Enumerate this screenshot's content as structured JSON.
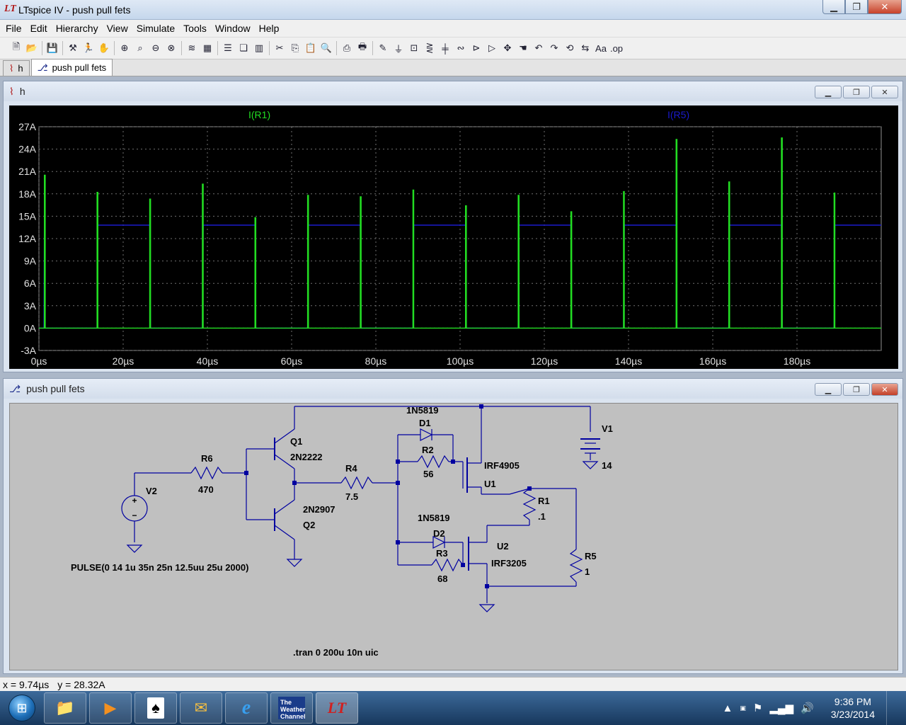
{
  "window": {
    "title": "LTspice IV - push pull fets",
    "logo": "LT"
  },
  "menu": [
    "File",
    "Edit",
    "Hierarchy",
    "View",
    "Simulate",
    "Tools",
    "Window",
    "Help"
  ],
  "tabs": [
    {
      "label": "h",
      "icon": "waveform-icon"
    },
    {
      "label": "push pull fets",
      "icon": "schematic-icon"
    }
  ],
  "plot_window": {
    "title": "h",
    "trace_labels": [
      {
        "name": "I(R1)",
        "color": "#22dd22"
      },
      {
        "name": "I(R5)",
        "color": "#1a1acc"
      }
    ]
  },
  "schematic_window": {
    "title": "push pull fets",
    "labels": {
      "q1": "Q1",
      "q1_model": "2N2222",
      "q2": "Q2",
      "q2_model": "2N2907",
      "r6": "R6",
      "r6_val": "470",
      "r4": "R4",
      "r4_val": "7.5",
      "r2": "R2",
      "r2_val": "56",
      "r3": "R3",
      "r3_val": "68",
      "r1": "R1",
      "r1_val": ".1",
      "r5": "R5",
      "r5_val": "1",
      "d1": "D1",
      "d1_model": "1N5819",
      "d2": "D2",
      "d2_model": "1N5819",
      "u1": "U1",
      "u1_model": "IRF4905",
      "u2": "U2",
      "u2_model": "IRF3205",
      "v1": "V1",
      "v1_val": "14",
      "v2": "V2",
      "v2_spec": "PULSE(0 14 1u 35n 25n 12.5uu 25u 2000)",
      "tran": ".tran 0 200u 10n uic"
    }
  },
  "chart_data": {
    "type": "line",
    "title": "",
    "xlabel": "",
    "ylabel": "",
    "xlim": [
      0,
      200
    ],
    "ylim": [
      -3,
      27
    ],
    "xticks": [
      0,
      20,
      40,
      60,
      80,
      100,
      120,
      140,
      160,
      180
    ],
    "xtick_labels": [
      "0µs",
      "20µs",
      "40µs",
      "60µs",
      "80µs",
      "100µs",
      "120µs",
      "140µs",
      "160µs",
      "180µs"
    ],
    "yticks": [
      -3,
      0,
      3,
      6,
      9,
      12,
      15,
      18,
      21,
      24,
      27
    ],
    "ytick_labels": [
      "-3A",
      "0A",
      "3A",
      "6A",
      "9A",
      "12A",
      "15A",
      "18A",
      "21A",
      "24A",
      "27A"
    ],
    "grid": true,
    "background": "#000000",
    "series": [
      {
        "name": "I(R1)",
        "color": "#22dd22",
        "x": [
          0,
          1.3,
          1.3,
          1.5,
          1.5,
          13.8,
          13.8,
          14.0,
          14.0,
          26.3,
          26.3,
          26.5,
          26.5,
          38.8,
          38.8,
          39.0,
          39.0,
          51.3,
          51.3,
          51.5,
          51.5,
          63.8,
          63.8,
          64.0,
          64.0,
          76.3,
          76.3,
          76.5,
          76.5,
          88.8,
          88.8,
          89.0,
          89.0,
          101.3,
          101.3,
          101.5,
          101.5,
          113.8,
          113.8,
          114.0,
          114.0,
          126.3,
          126.3,
          126.5,
          126.5,
          138.8,
          138.8,
          139.0,
          139.0,
          151.3,
          151.3,
          151.5,
          151.5,
          163.8,
          163.8,
          164.0,
          164.0,
          176.3,
          176.3,
          176.5,
          176.5,
          188.8,
          188.8,
          189.0,
          189.0,
          200
        ],
        "y": [
          0,
          0,
          20.5,
          20.5,
          0,
          0,
          18.2,
          18.2,
          0,
          0,
          17.3,
          17.3,
          0,
          0,
          19.3,
          19.3,
          0,
          0,
          14.8,
          14.8,
          0,
          0,
          17.8,
          17.8,
          0,
          0,
          17.6,
          17.6,
          0,
          0,
          18.5,
          18.5,
          0,
          0,
          16.4,
          16.4,
          0,
          0,
          17.8,
          17.8,
          0,
          0,
          15.6,
          15.6,
          0,
          0,
          18.3,
          18.3,
          0,
          0,
          25.3,
          25.3,
          0,
          0,
          19.6,
          19.6,
          0,
          0,
          25.5,
          25.5,
          0,
          0,
          18.1,
          18.1,
          0,
          0
        ]
      },
      {
        "name": "I(R5)",
        "color": "#1a1acc",
        "x": [
          0,
          1.2,
          1.3,
          1.5,
          13.8,
          14.0,
          26.3,
          26.5,
          38.8,
          39.0,
          51.3,
          51.5,
          63.8,
          64.0,
          76.3,
          76.5,
          88.8,
          89.0,
          101.3,
          101.5,
          113.8,
          114.0,
          126.3,
          126.5,
          138.8,
          139.0,
          151.3,
          151.5,
          163.8,
          164.0,
          176.3,
          176.5,
          188.8,
          189.0,
          200
        ],
        "y": [
          0,
          0,
          13.8,
          0,
          0,
          13.8,
          13.8,
          0,
          0,
          13.8,
          13.8,
          0,
          0,
          13.8,
          13.8,
          0,
          0,
          13.8,
          13.8,
          0,
          0,
          13.8,
          13.8,
          0,
          0,
          13.8,
          13.8,
          0,
          0,
          13.8,
          13.8,
          0,
          0,
          13.8,
          13.8
        ]
      }
    ]
  },
  "status": {
    "x": "x = 9.74µs",
    "y": "y = 28.32A"
  },
  "taskbar": {
    "apps": [
      {
        "name": "windows-explorer-icon",
        "glyph": "📁"
      },
      {
        "name": "media-player-icon",
        "glyph": "▶"
      },
      {
        "name": "solitaire-icon",
        "glyph": "♠"
      },
      {
        "name": "outlook-icon",
        "glyph": "✉"
      },
      {
        "name": "internet-explorer-icon",
        "glyph": "e"
      },
      {
        "name": "weather-channel-icon",
        "glyph": "The Weather Channel"
      },
      {
        "name": "ltspice-icon",
        "glyph": "LT"
      }
    ],
    "clock_time": "9:36 PM",
    "clock_date": "3/23/2014"
  }
}
